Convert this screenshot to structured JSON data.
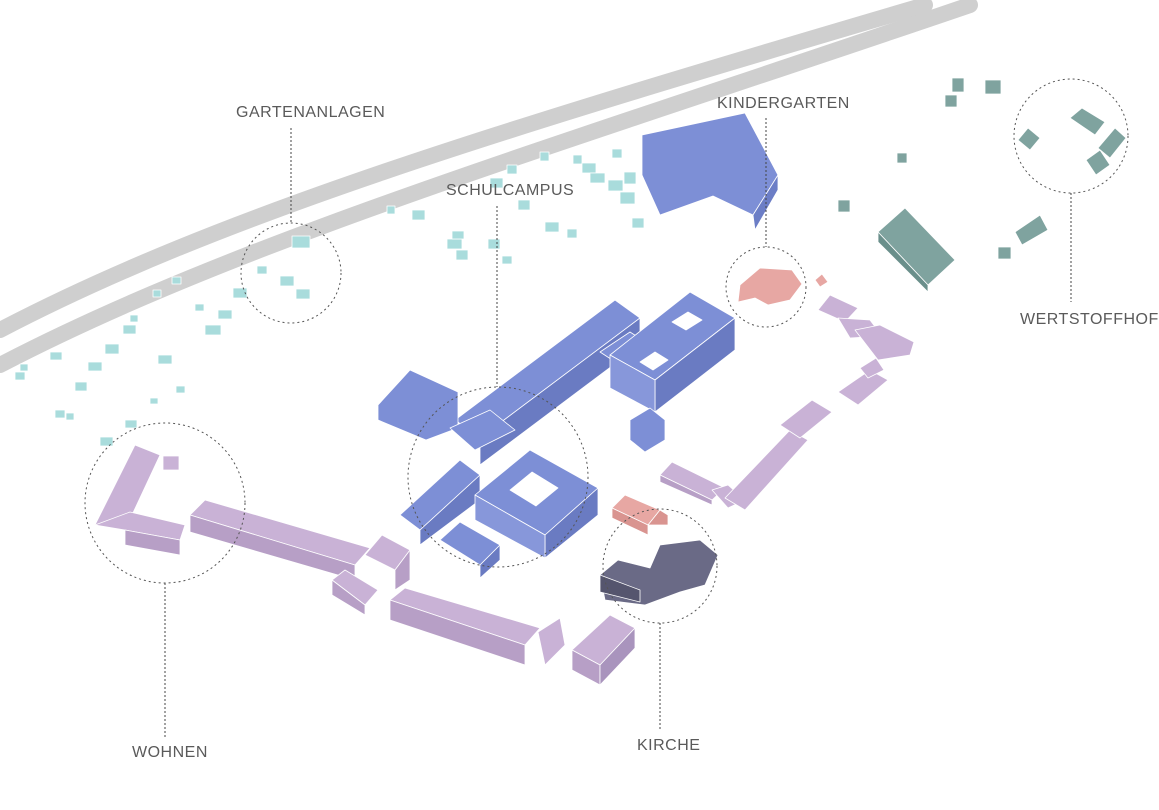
{
  "labels": {
    "gartenanlagen": "GARTENANLAGEN",
    "schulcampus": "SCHULCAMPUS",
    "kindergarten": "KINDERGARTEN",
    "wertstoffhof": "WERTSTOFFHOF",
    "wohnen": "WOHNEN",
    "kirche": "KIRCHE"
  },
  "colors": {
    "school": "#7d8fd6",
    "housing": "#c9b2d6",
    "kindergarten": "#e7a7a3",
    "church": "#6a6a86",
    "recycling": "#7fa39f",
    "gardens": "#a9dcdc",
    "road": "#cfcfcf"
  }
}
